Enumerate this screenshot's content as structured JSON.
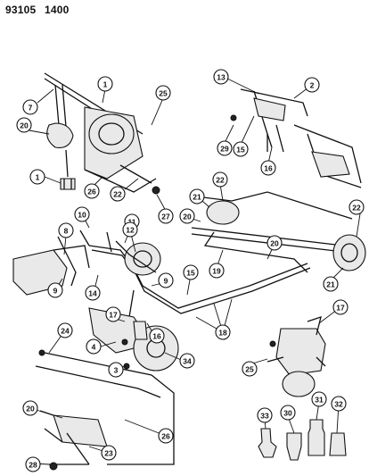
{
  "header": {
    "doc_number": "93105",
    "page_code": "1400"
  },
  "callouts": [
    {
      "label": "1"
    },
    {
      "label": "7"
    },
    {
      "label": "25"
    },
    {
      "label": "20"
    },
    {
      "label": "1"
    },
    {
      "label": "26"
    },
    {
      "label": "22"
    },
    {
      "label": "27"
    },
    {
      "label": "13"
    },
    {
      "label": "2"
    },
    {
      "label": "29"
    },
    {
      "label": "15"
    },
    {
      "label": "16"
    },
    {
      "label": "21"
    },
    {
      "label": "22"
    },
    {
      "label": "20"
    },
    {
      "label": "10"
    },
    {
      "label": "11"
    },
    {
      "label": "8"
    },
    {
      "label": "12"
    },
    {
      "label": "22"
    },
    {
      "label": "19"
    },
    {
      "label": "20"
    },
    {
      "label": "15"
    },
    {
      "label": "9"
    },
    {
      "label": "14"
    },
    {
      "label": "21"
    },
    {
      "label": "9"
    },
    {
      "label": "17"
    },
    {
      "label": "17"
    },
    {
      "label": "24"
    },
    {
      "label": "4"
    },
    {
      "label": "16"
    },
    {
      "label": "18"
    },
    {
      "label": "3"
    },
    {
      "label": "34"
    },
    {
      "label": "25"
    },
    {
      "label": "20"
    },
    {
      "label": "26"
    },
    {
      "label": "33"
    },
    {
      "label": "30"
    },
    {
      "label": "31"
    },
    {
      "label": "32"
    },
    {
      "label": "28"
    },
    {
      "label": "23"
    }
  ]
}
